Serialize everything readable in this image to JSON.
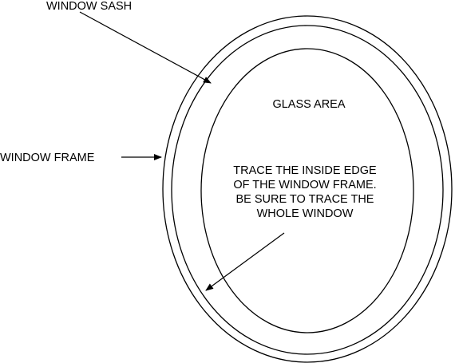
{
  "labels": {
    "window_sash": "WINDOW SASH",
    "window_frame": "WINDOW FRAME",
    "glass_area": "GLASS AREA",
    "instructions": [
      "TRACE THE INSIDE EDGE",
      "OF THE WINDOW FRAME.",
      "BE SURE TO TRACE THE",
      "WHOLE WINDOW"
    ]
  },
  "colors": {
    "line": "#000000",
    "text": "#000000",
    "background": "#ffffff"
  }
}
